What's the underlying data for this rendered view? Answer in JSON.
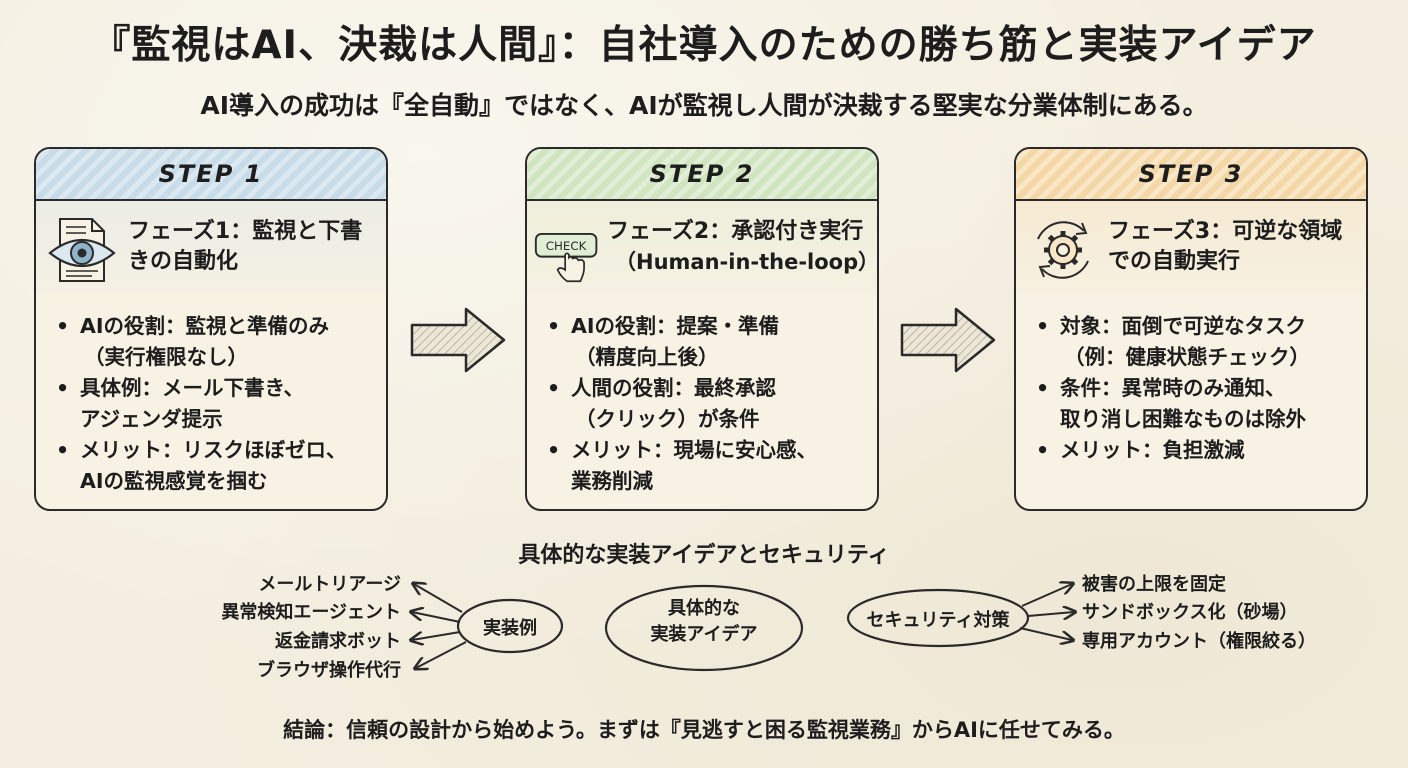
{
  "title": "『監視はAI、決裁は人間』：自社導入のための勝ち筋と実装アイデア",
  "subtitle": "AI導入の成功は『全自動』ではなく、AIが監視し人間が決裁する堅実な分業体制にある。",
  "steps": [
    {
      "label": "STEP 1",
      "phase_line1": "フェーズ1：監視と下書",
      "phase_line2": "きの自動化",
      "icon": "document-eye-icon",
      "bullets": [
        {
          "line1": "AIの役割：監視と準備のみ",
          "line2": "（実行権限なし）"
        },
        {
          "line1": "具体例：メール下書き、",
          "line2": "アジェンダ提示"
        },
        {
          "line1": "メリット：リスクほぼゼロ、",
          "line2": "AIの監視感覚を掴む"
        }
      ]
    },
    {
      "label": "STEP 2",
      "phase_line1": "フェーズ2：承認付き実行",
      "phase_line2": "（Human-in-the-loop）",
      "icon": "check-button-hand-icon",
      "icon_text": "CHECK",
      "bullets": [
        {
          "line1": "AIの役割：提案・準備",
          "line2": "（精度向上後）"
        },
        {
          "line1": "人間の役割：最終承認",
          "line2": "（クリック）が条件"
        },
        {
          "line1": "メリット：現場に安心感、",
          "line2": "業務削減"
        }
      ]
    },
    {
      "label": "STEP 3",
      "phase_line1": "フェーズ3：可逆な領域",
      "phase_line2": "での自動実行",
      "icon": "gear-cycle-icon",
      "bullets": [
        {
          "line1": "対象：面倒で可逆なタスク",
          "line2": "（例：健康状態チェック）"
        },
        {
          "line1": "条件：異常時のみ通知、",
          "line2": "取り消し困難なものは除外"
        },
        {
          "line1": "メリット：負担激減",
          "line2": ""
        }
      ]
    }
  ],
  "ideas": {
    "title": "具体的な実装アイデアとセキュリティ",
    "center": {
      "line1": "具体的な",
      "line2": "実装アイデア"
    },
    "left_node": "実装例",
    "left_items": [
      "メールトリアージ",
      "異常検知エージェント",
      "返金請求ボット",
      "ブラウザ操作代行"
    ],
    "right_node": "セキュリティ対策",
    "right_items": [
      "被害の上限を固定",
      "サンドボックス化（砂場）",
      "専用アカウント（権限絞る）"
    ]
  },
  "conclusion": "結論：信頼の設計から始めよう。まずは『見逃すと困る監視業務』からAIに任せてみる。",
  "colors": {
    "step1": "#c7dbe8",
    "step2": "#cfe4bf",
    "step3": "#f4d7a6",
    "ink": "#2a2a2a",
    "paper": "#f3eedf"
  }
}
